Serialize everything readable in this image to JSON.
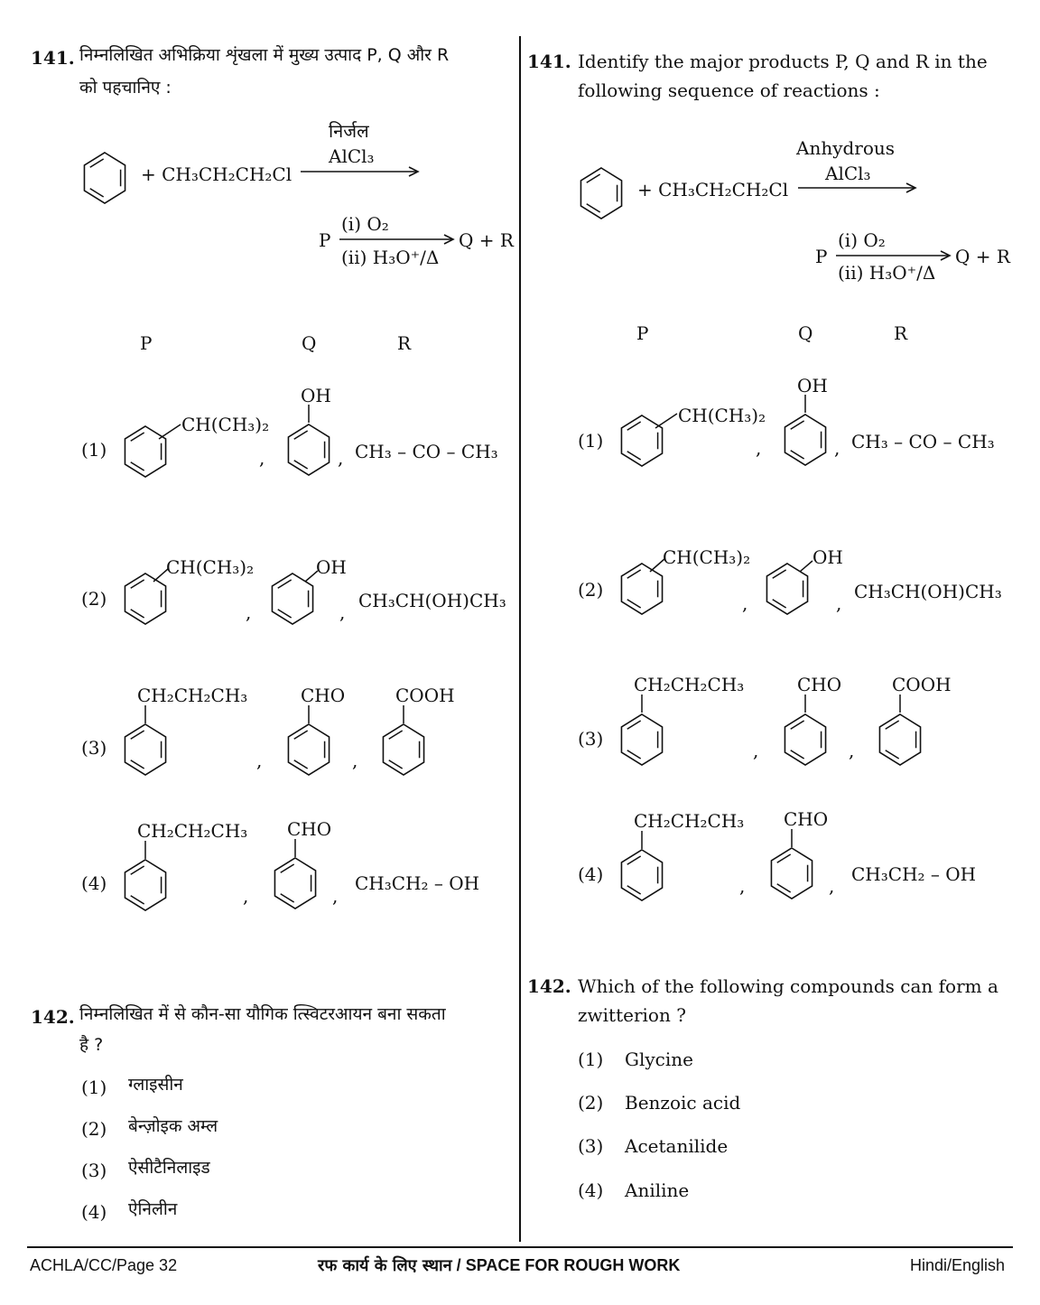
{
  "hindi": {
    "q141": {
      "number": "141.",
      "text_line1": "निम्नलिखित अभिक्रिया शृंखला में मुख्य उत्पाद P, Q और R",
      "text_line2": "को पहचानिए :",
      "reagent_top": "निर्जल",
      "reagent_bottom": "AlCl₃",
      "reactant": "+ CH₃CH₂CH₂Cl",
      "step2_start": "P",
      "step2_top": "(i) O₂",
      "step2_bottom": "(ii) H₃O⁺/Δ",
      "step2_product": "Q + R",
      "headers": [
        "P",
        "Q",
        "R"
      ],
      "options": [
        {
          "label": "(1)",
          "p": "CH(CH₃)₂",
          "q": "OH",
          "r": "CH₃ – CO – CH₃"
        },
        {
          "label": "(2)",
          "p": "CH(CH₃)₂",
          "q": "OH",
          "r": "CH₃CH(OH)CH₃"
        },
        {
          "label": "(3)",
          "p": "CH₂CH₂CH₃",
          "q": "CHO",
          "r": "COOH"
        },
        {
          "label": "(4)",
          "p": "CH₂CH₂CH₃",
          "q": "CHO",
          "r": "CH₃CH₂ – OH"
        }
      ]
    },
    "q142": {
      "number": "142.",
      "text_line1": "निम्नलिखित में से कौन-सा यौगिक त्स्विटरआयन बना सकता",
      "text_line2": "है ?",
      "options": [
        {
          "label": "(1)",
          "text": "ग्लाइसीन"
        },
        {
          "label": "(2)",
          "text": "बेन्ज़ोइक अम्ल"
        },
        {
          "label": "(3)",
          "text": "ऐसीटैनिलाइड"
        },
        {
          "label": "(4)",
          "text": "ऐनिलीन"
        }
      ]
    }
  },
  "english": {
    "q141": {
      "number": "141.",
      "text_line1": "Identify the major products P, Q and R in the",
      "text_line2": "following sequence of reactions :",
      "reagent_top": "Anhydrous",
      "reagent_bottom": "AlCl₃",
      "reactant": "+ CH₃CH₂CH₂Cl",
      "step2_start": "P",
      "step2_top": "(i) O₂",
      "step2_bottom": "(ii) H₃O⁺/Δ",
      "step2_product": "Q + R",
      "headers": [
        "P",
        "Q",
        "R"
      ],
      "options": [
        {
          "label": "(1)",
          "p": "CH(CH₃)₂",
          "q": "OH",
          "r": "CH₃ – CO – CH₃"
        },
        {
          "label": "(2)",
          "p": "CH(CH₃)₂",
          "q": "OH",
          "r": "CH₃CH(OH)CH₃"
        },
        {
          "label": "(3)",
          "p": "CH₂CH₂CH₃",
          "q": "CHO",
          "r": "COOH"
        },
        {
          "label": "(4)",
          "p": "CH₂CH₂CH₃",
          "q": "CHO",
          "r": "CH₃CH₂ – OH"
        }
      ]
    },
    "q142": {
      "number": "142.",
      "text_line1": "Which of the following compounds can form a",
      "text_line2": "zwitterion ?",
      "options": [
        {
          "label": "(1)",
          "text": "Glycine"
        },
        {
          "label": "(2)",
          "text": "Benzoic acid"
        },
        {
          "label": "(3)",
          "text": "Acetanilide"
        },
        {
          "label": "(4)",
          "text": "Aniline"
        }
      ]
    }
  },
  "footer": {
    "left": "ACHLA/CC/Page 32",
    "center_hindi": "रफ कार्य के लिए स्थान",
    "center_sep": " / ",
    "center_english": "SPACE FOR ROUGH WORK",
    "right": "Hindi/English"
  }
}
